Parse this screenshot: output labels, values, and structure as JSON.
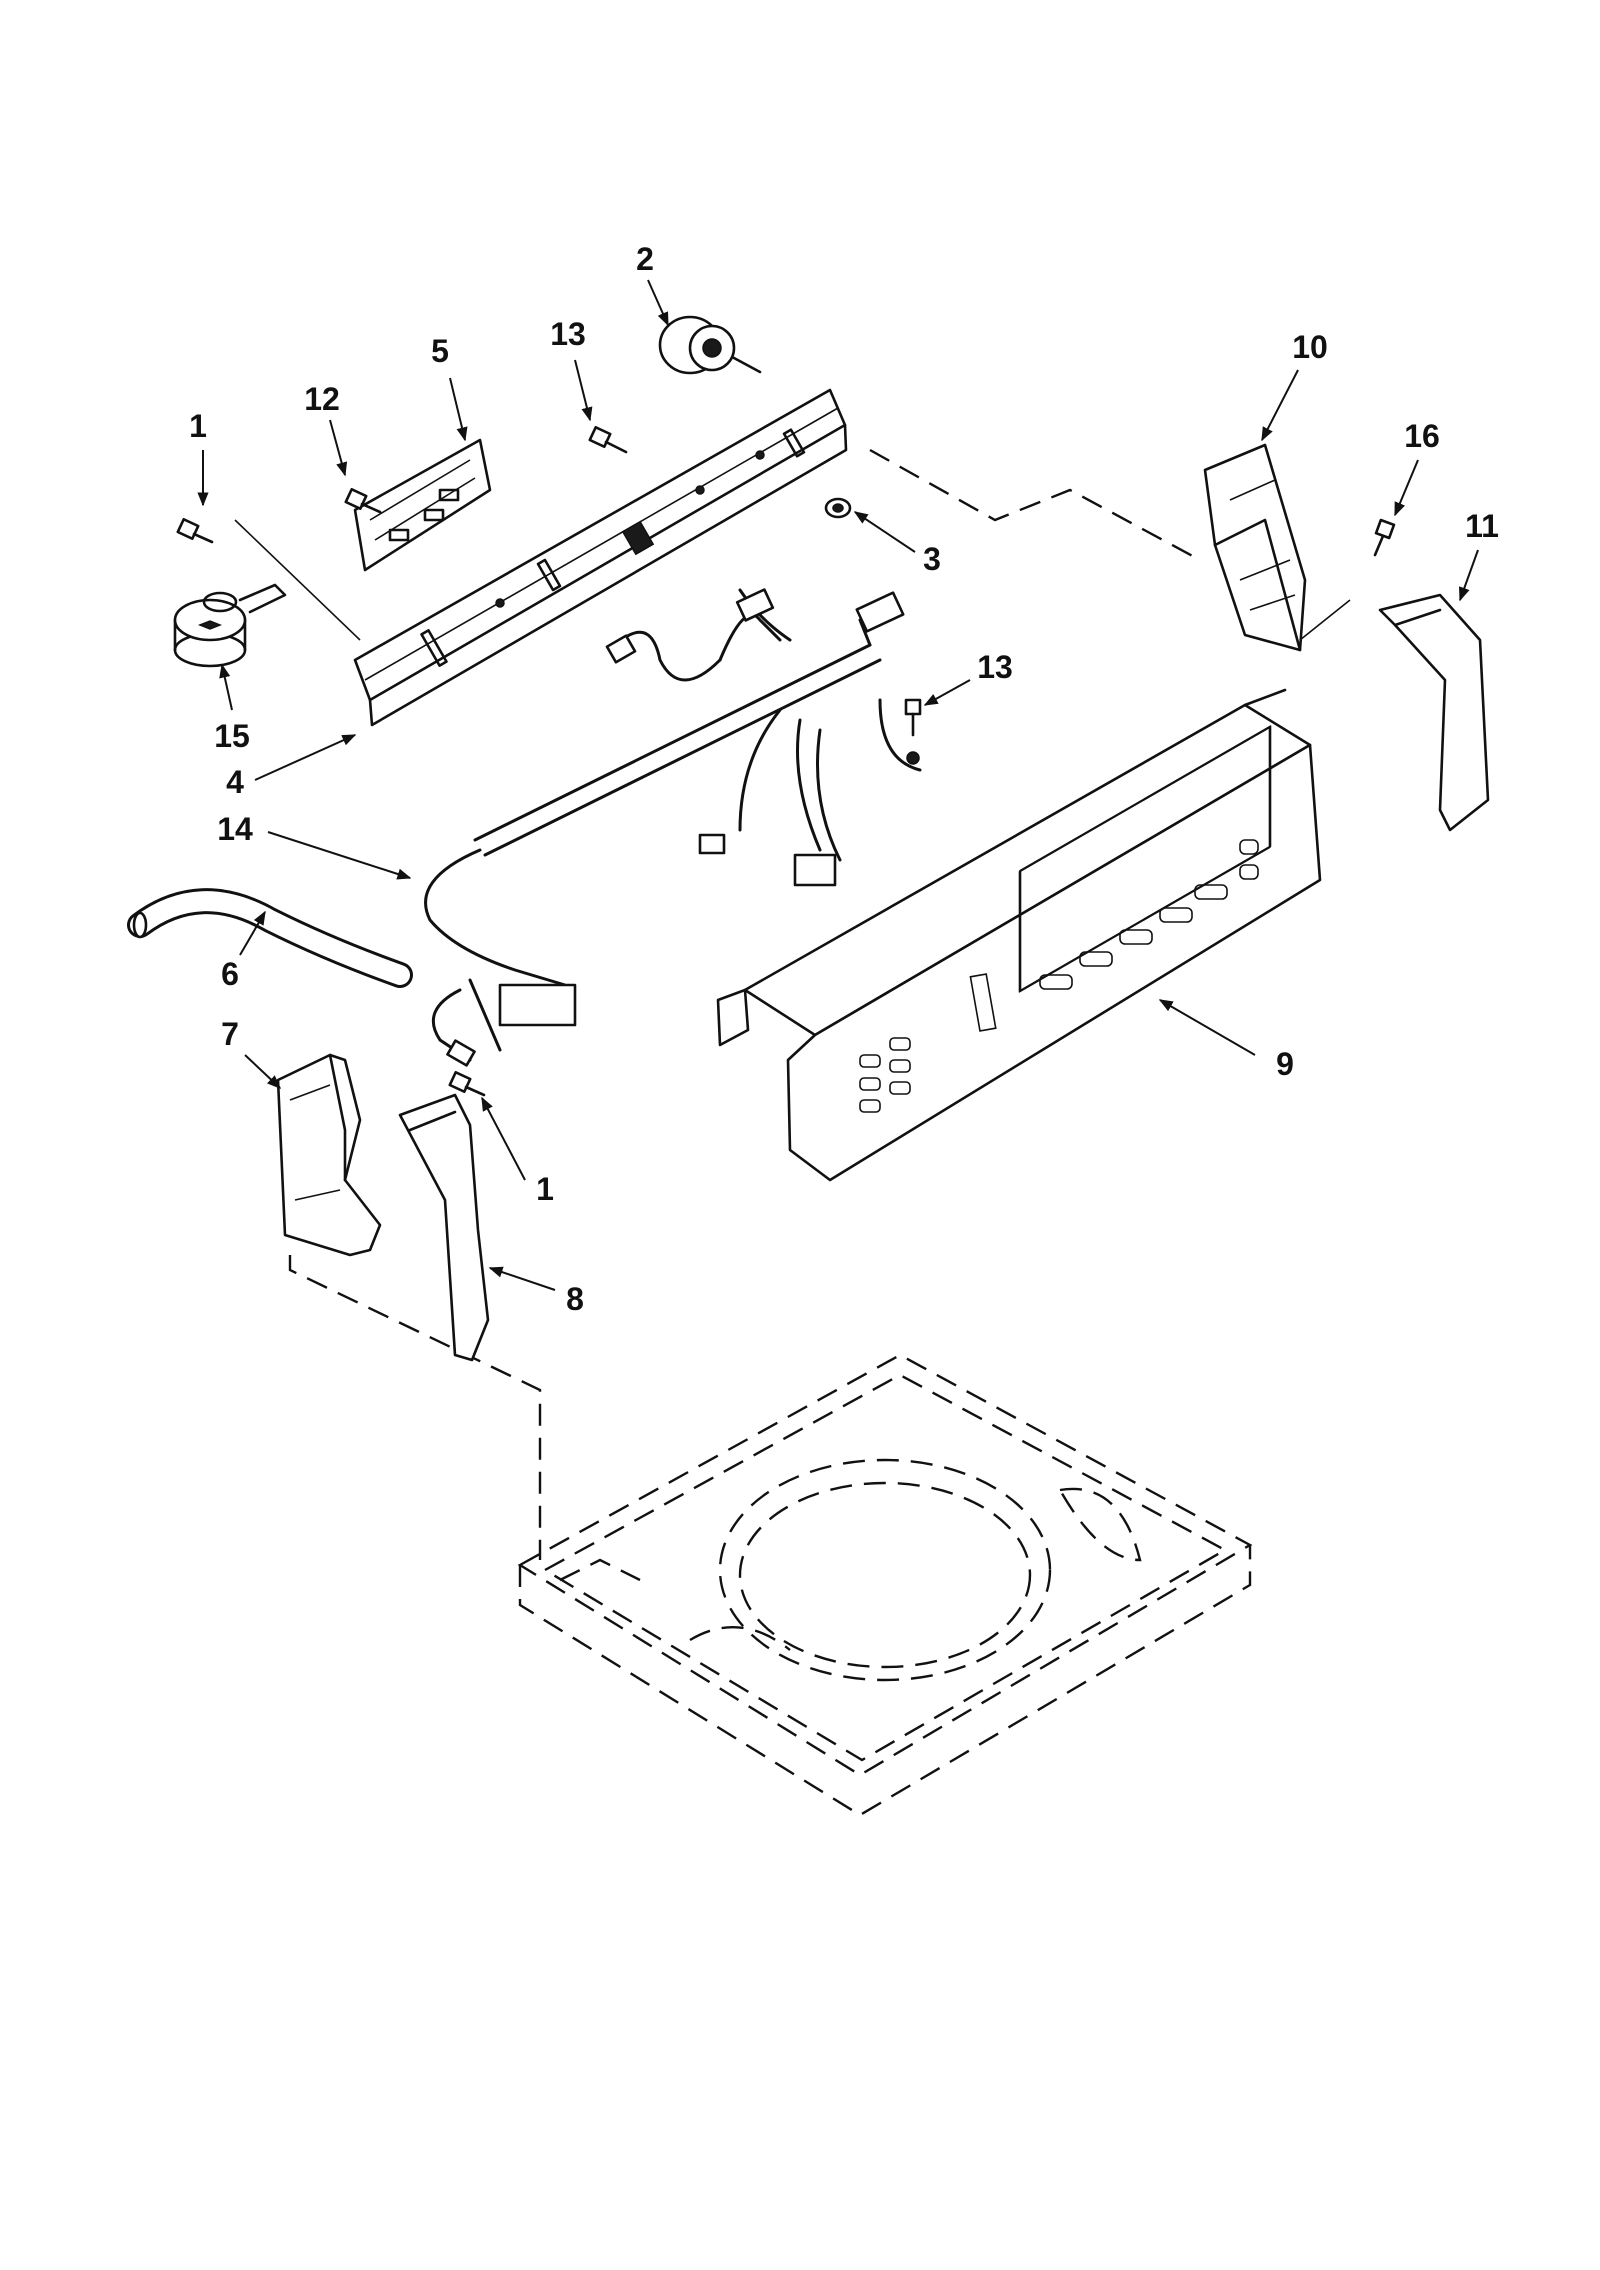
{
  "callouts": [
    {
      "id": "1-upper",
      "label": "1"
    },
    {
      "id": "1-lower",
      "label": "1"
    },
    {
      "id": "2",
      "label": "2"
    },
    {
      "id": "3",
      "label": "3"
    },
    {
      "id": "4",
      "label": "4"
    },
    {
      "id": "5",
      "label": "5"
    },
    {
      "id": "6",
      "label": "6"
    },
    {
      "id": "7",
      "label": "7"
    },
    {
      "id": "8",
      "label": "8"
    },
    {
      "id": "9",
      "label": "9"
    },
    {
      "id": "10",
      "label": "10"
    },
    {
      "id": "11",
      "label": "11"
    },
    {
      "id": "12",
      "label": "12"
    },
    {
      "id": "13-upper",
      "label": "13"
    },
    {
      "id": "13-lower",
      "label": "13"
    },
    {
      "id": "14",
      "label": "14"
    },
    {
      "id": "15",
      "label": "15"
    },
    {
      "id": "16",
      "label": "16"
    }
  ]
}
